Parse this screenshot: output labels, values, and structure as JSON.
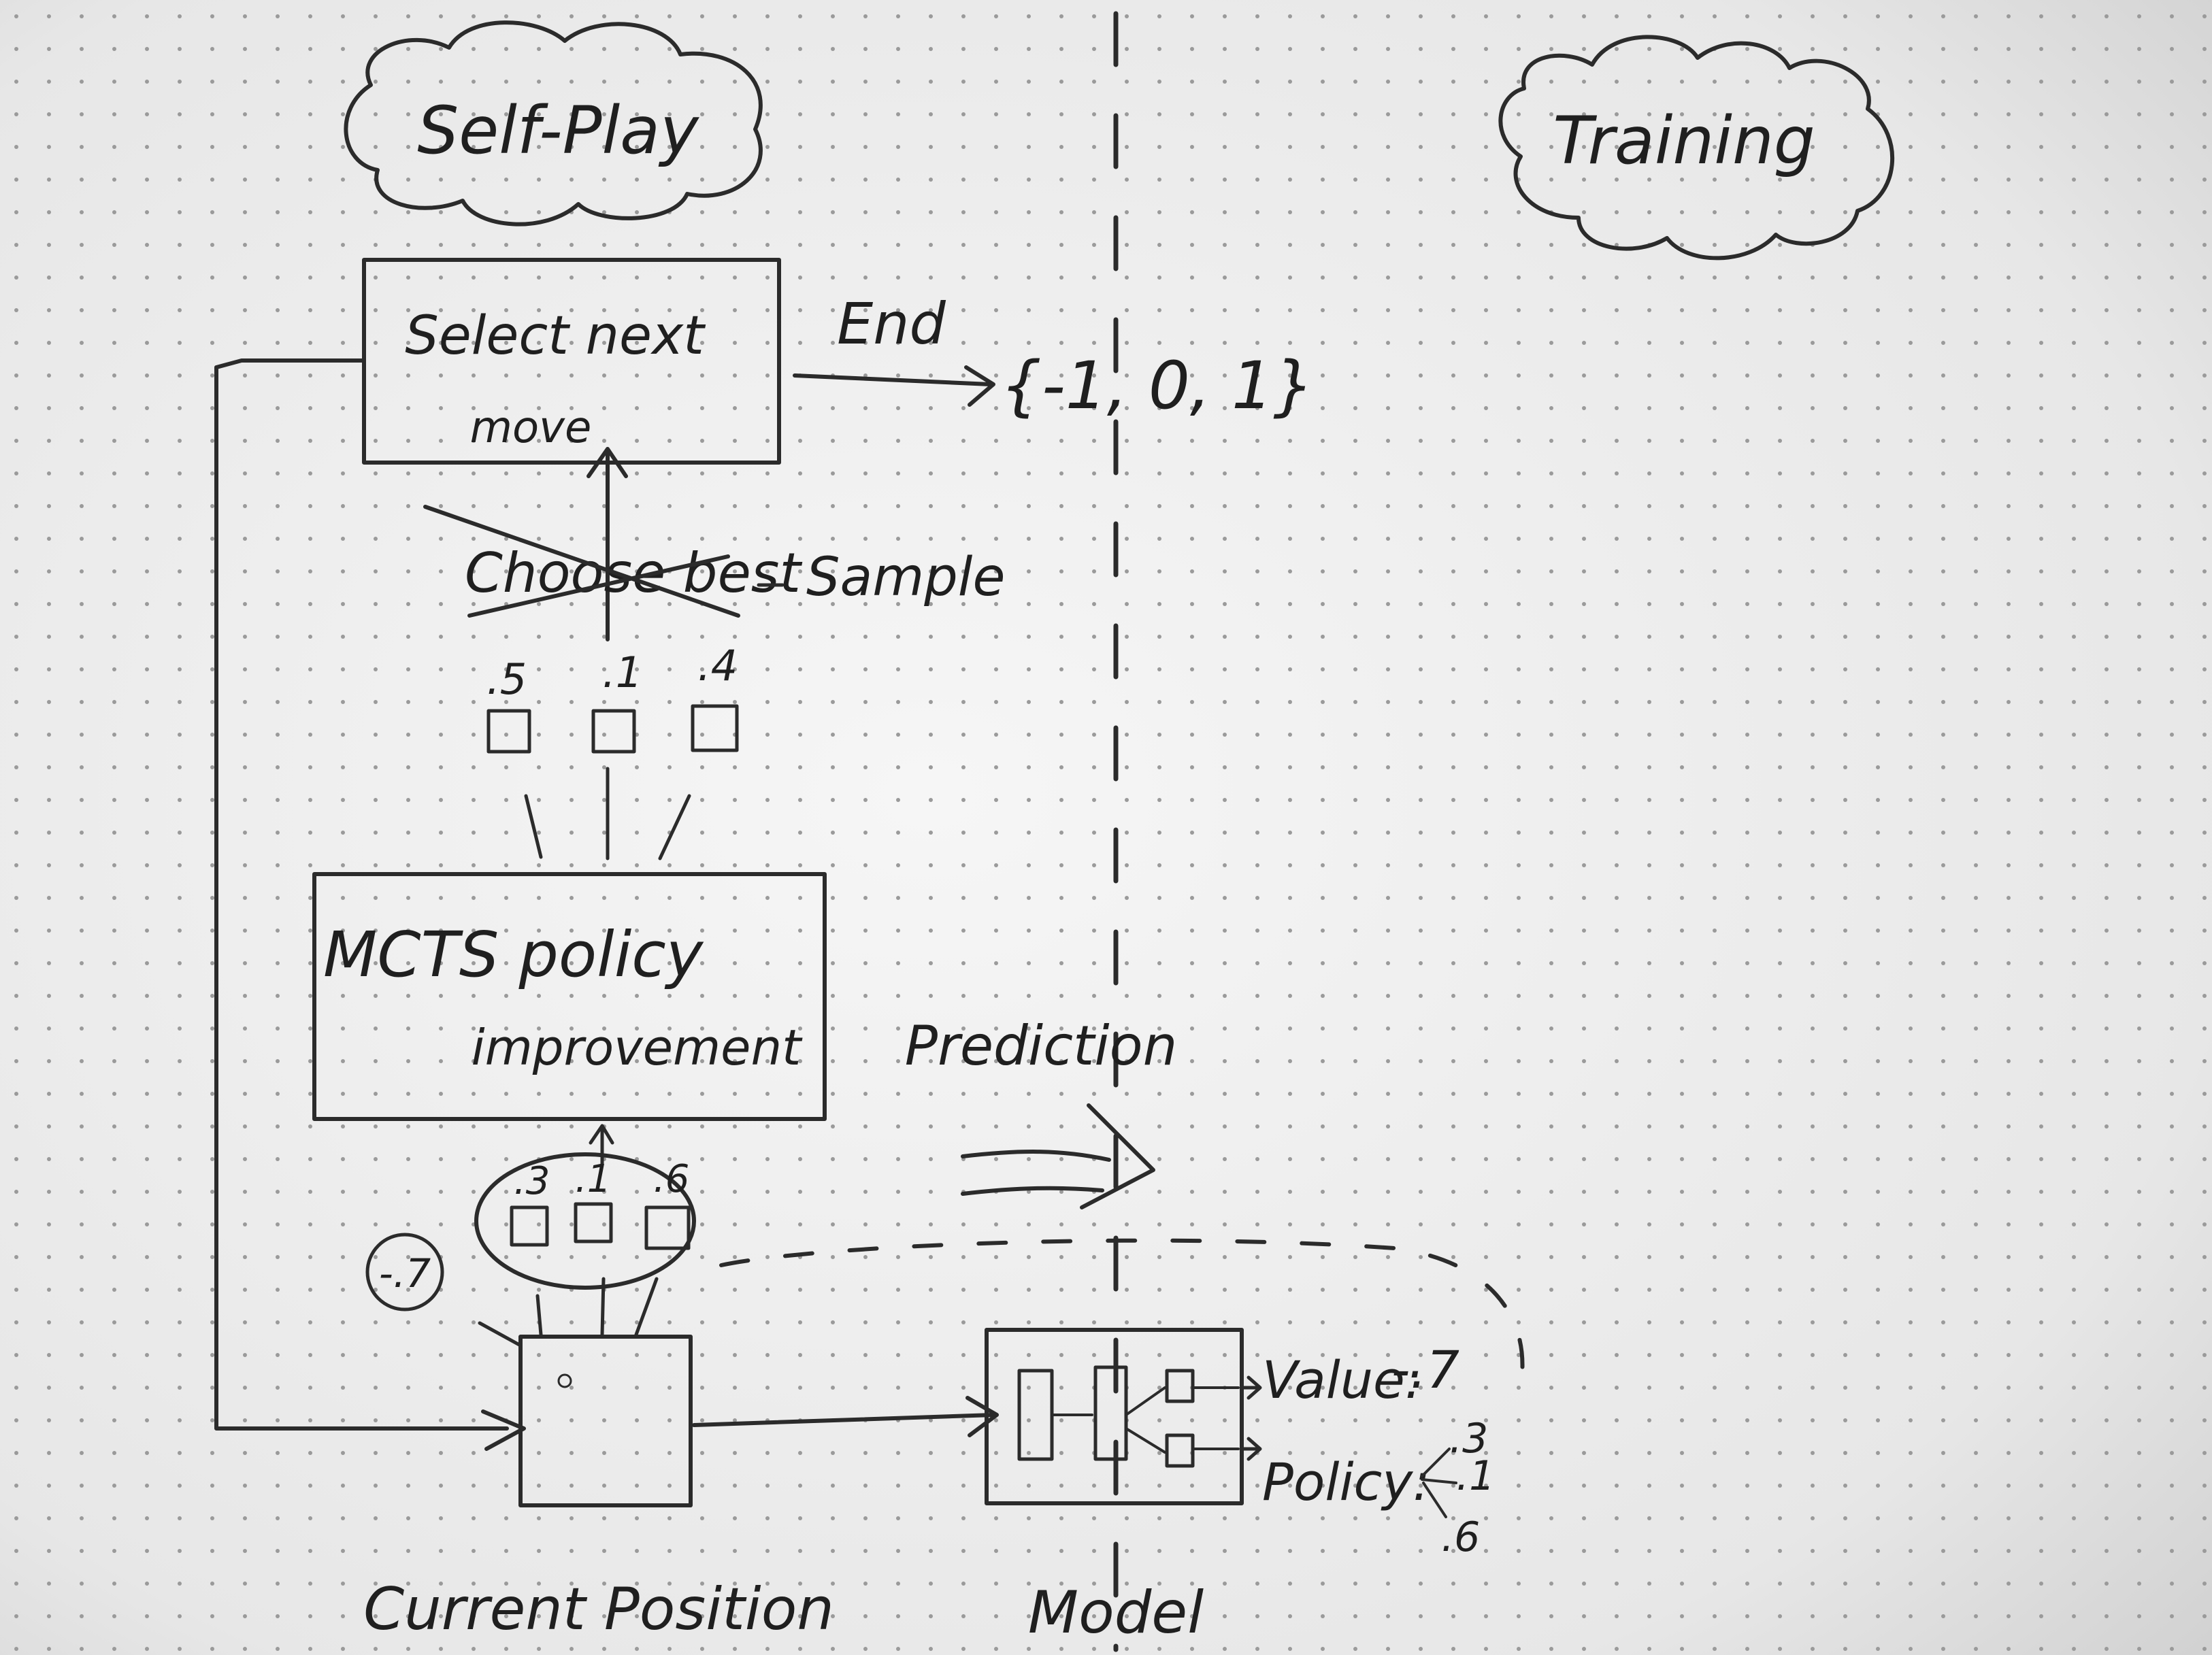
{
  "sections": {
    "self_play": "Self-Play",
    "training": "Training"
  },
  "select_box": {
    "line1": "Select next",
    "line2": "move"
  },
  "end_label": "End",
  "outcome_set": "{-1, 0, 1}",
  "crossed_text": "Choose best",
  "sample_label": "Sample",
  "improved_probs": [
    ".5",
    ".1",
    ".4"
  ],
  "mcts_box": {
    "line1": "MCTS  policy",
    "line2": "improvement"
  },
  "prediction_label": "Prediction",
  "prior_probs": [
    ".3",
    ".1",
    ".6"
  ],
  "value_bubble": "-.7",
  "current_position_label": "Current Position",
  "model_label": "Model",
  "value_output": {
    "label": "Value:",
    "number": "-.7"
  },
  "policy_output": {
    "label": "Policy:",
    "values": [
      ".3",
      ".1",
      ".6"
    ]
  }
}
